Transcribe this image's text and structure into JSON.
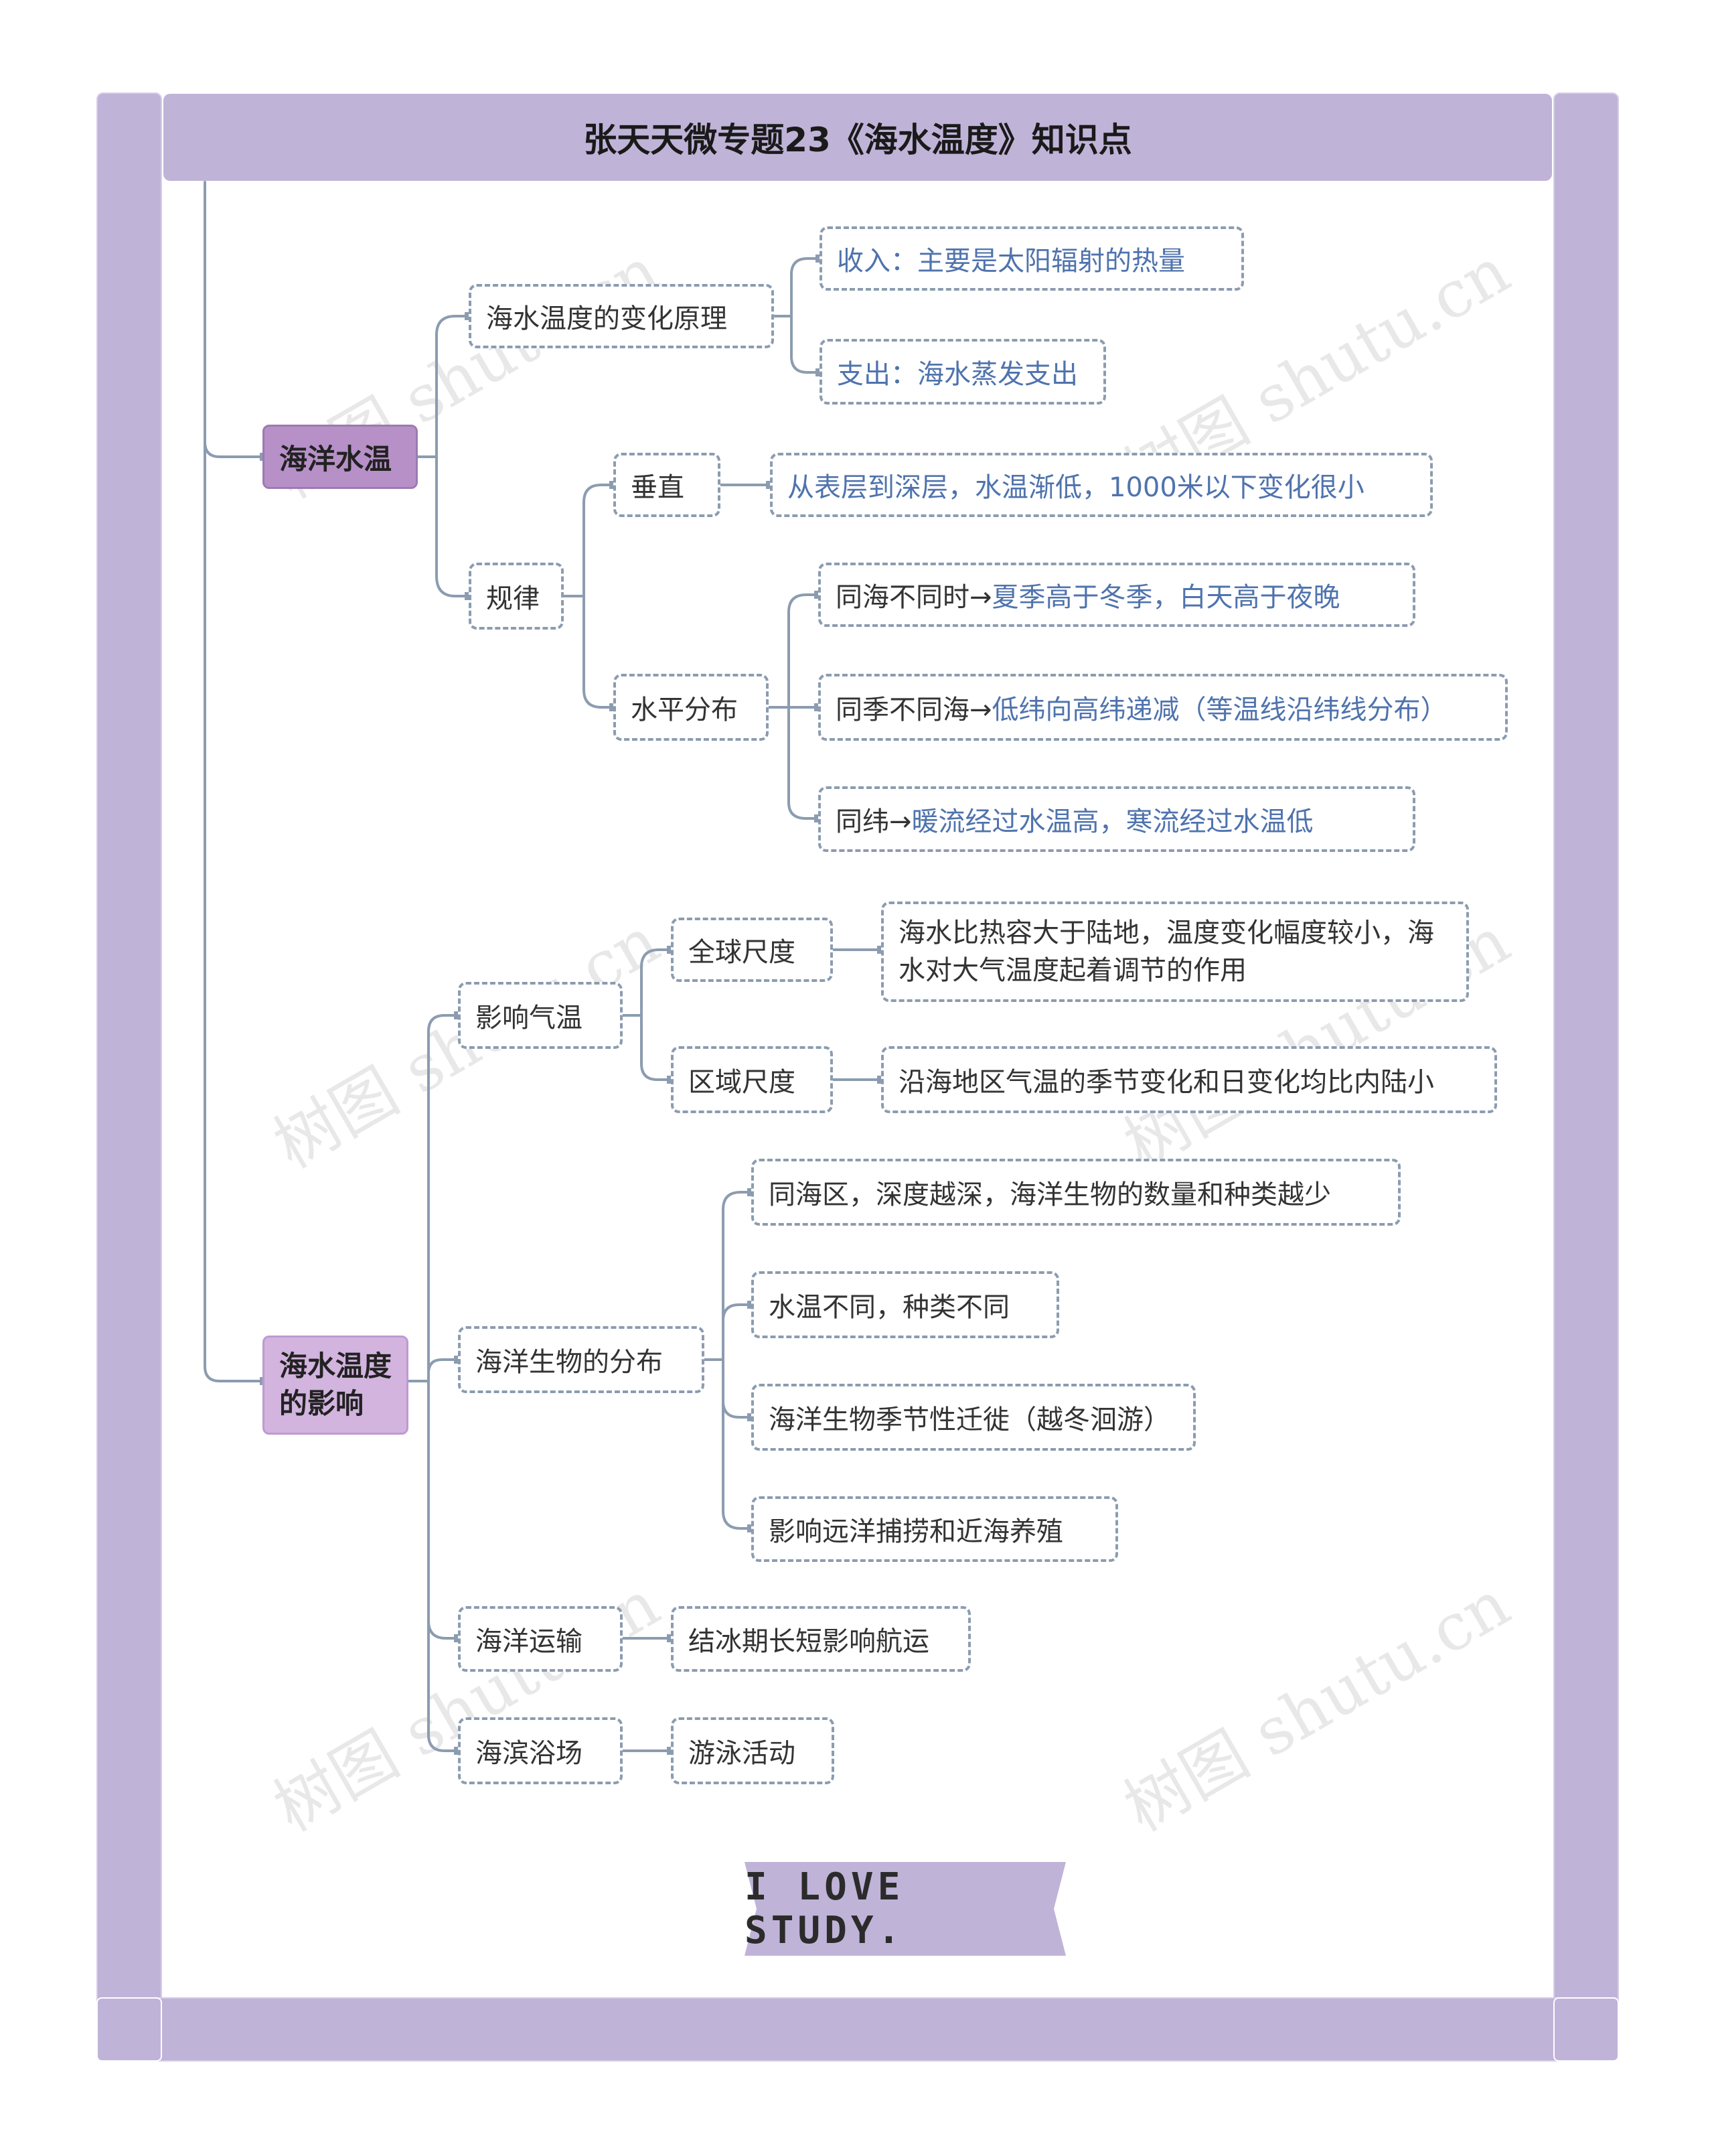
{
  "title": "张天天微专题23《海水温度》知识点",
  "watermark": "树图 shutu.cn",
  "colors": {
    "frame": "#c0b3d8",
    "main_node_1": "#b790c8",
    "main_node_2": "#d2b4df",
    "connector": "#8c9cb0",
    "blue_text": "#4f73ad"
  },
  "main1": {
    "label": "海洋水温",
    "principle": {
      "label": "海水温度的变化原理",
      "income": "收入：主要是太阳辐射的热量",
      "expense": "支出：海水蒸发支出"
    },
    "rules": {
      "label": "规律",
      "vertical": {
        "label": "垂直",
        "desc": "从表层到深层，水温渐低，1000米以下变化很小"
      },
      "horizontal": {
        "label": "水平分布",
        "items": [
          {
            "prefix": "同海不同时→",
            "desc": "夏季高于冬季，白天高于夜晚"
          },
          {
            "prefix": "同季不同海→",
            "desc": "低纬向高纬递减（等温线沿纬线分布）"
          },
          {
            "prefix": "同纬→",
            "desc": "暖流经过水温高，寒流经过水温低"
          }
        ]
      }
    }
  },
  "main2": {
    "label": "海水温度的影响",
    "air_temp": {
      "label": "影响气温",
      "global": {
        "label": "全球尺度",
        "desc": "海水比热容大于陆地，温度变化幅度较小，海水对大气温度起着调节的作用"
      },
      "regional": {
        "label": "区域尺度",
        "desc": "沿海地区气温的季节变化和日变化均比内陆小"
      }
    },
    "biology": {
      "label": "海洋生物的分布",
      "items": [
        "同海区，深度越深，海洋生物的数量和种类越少",
        "水温不同，种类不同",
        "海洋生物季节性迁徙（越冬洄游）",
        "影响远洋捕捞和近海养殖"
      ]
    },
    "transport": {
      "label": "海洋运输",
      "desc": "结冰期长短影响航运"
    },
    "beach": {
      "label": "海滨浴场",
      "desc": "游泳活动"
    }
  },
  "banner": "I LOVE STUDY."
}
